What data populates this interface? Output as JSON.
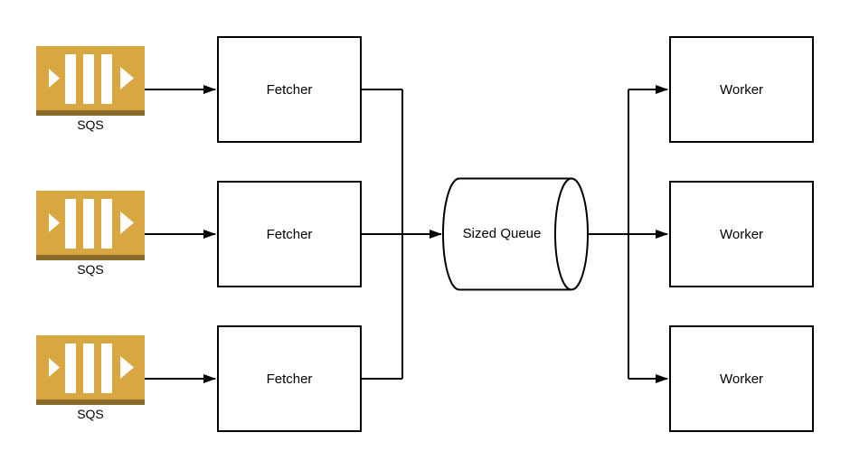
{
  "diagram": {
    "type": "flow-diagram",
    "nodes": {
      "sqs": [
        {
          "label": "SQS"
        },
        {
          "label": "SQS"
        },
        {
          "label": "SQS"
        }
      ],
      "fetchers": [
        {
          "label": "Fetcher"
        },
        {
          "label": "Fetcher"
        },
        {
          "label": "Fetcher"
        }
      ],
      "sized_queue": {
        "label": "Sized Queue"
      },
      "workers": [
        {
          "label": "Worker"
        },
        {
          "label": "Worker"
        },
        {
          "label": "Worker"
        }
      ]
    },
    "colors": {
      "background": "#ffffff",
      "stroke": "#000000",
      "sqs_fill": "#D9A741",
      "sqs_strip": "#876929",
      "sqs_glyph": "#ffffff"
    }
  }
}
